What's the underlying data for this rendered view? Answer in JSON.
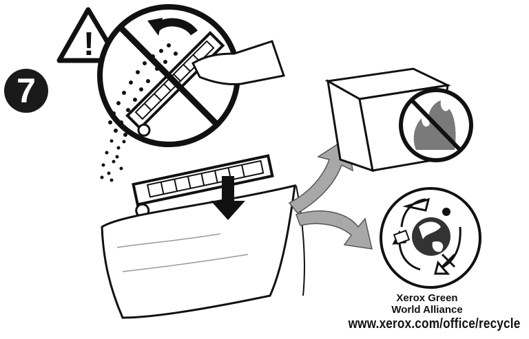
{
  "step": {
    "number": "7"
  },
  "warning": {
    "symbol": "!"
  },
  "recycle": {
    "title_line1": "Xerox Green",
    "title_line2": "World Alliance",
    "url": "www.xerox.com/office/recycle"
  },
  "icons": {
    "warning": "warning-triangle-icon",
    "no_shake": "no-shake-prohibition-icon",
    "trash": "trash-can-icon",
    "no_fire": "no-incineration-icon",
    "recycle": "recycle-globe-icon",
    "cartridge": "toner-cartridge",
    "bag": "plastic-bag"
  },
  "colors": {
    "ink": "#111111",
    "arrow_gray": "#a8a8a8",
    "fire_gray": "#7a7a7a",
    "paper": "#ffffff"
  }
}
